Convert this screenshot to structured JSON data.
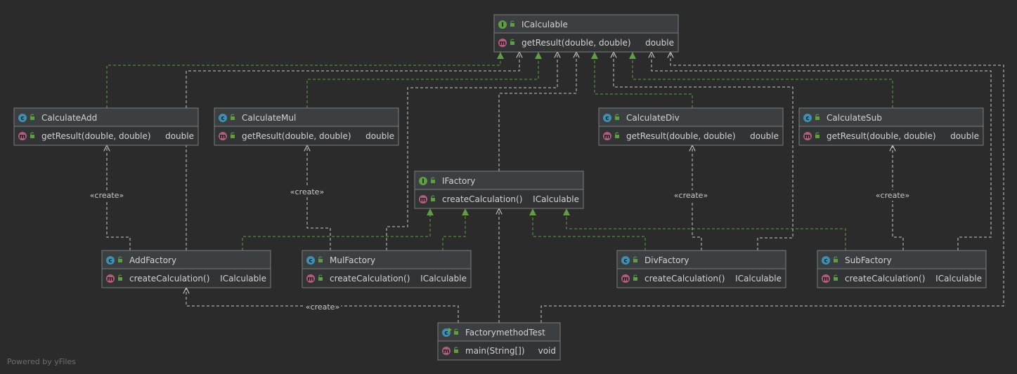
{
  "nodes": {
    "icalculable": {
      "kind": "interface",
      "badge": "I",
      "name": "ICalculable",
      "members": [
        {
          "badge": "m",
          "name": "getResult(double, double)",
          "type": "double"
        }
      ]
    },
    "calculate_add": {
      "kind": "class",
      "badge": "c",
      "name": "CalculateAdd",
      "members": [
        {
          "badge": "m",
          "name": "getResult(double, double)",
          "type": "double"
        }
      ]
    },
    "calculate_mul": {
      "kind": "class",
      "badge": "c",
      "name": "CalculateMul",
      "members": [
        {
          "badge": "m",
          "name": "getResult(double, double)",
          "type": "double"
        }
      ]
    },
    "calculate_div": {
      "kind": "class",
      "badge": "c",
      "name": "CalculateDiv",
      "members": [
        {
          "badge": "m",
          "name": "getResult(double, double)",
          "type": "double"
        }
      ]
    },
    "calculate_sub": {
      "kind": "class",
      "badge": "c",
      "name": "CalculateSub",
      "members": [
        {
          "badge": "m",
          "name": "getResult(double, double)",
          "type": "double"
        }
      ]
    },
    "ifactory": {
      "kind": "interface",
      "badge": "I",
      "name": "IFactory",
      "members": [
        {
          "badge": "m",
          "name": "createCalculation()",
          "type": "ICalculable"
        }
      ]
    },
    "add_factory": {
      "kind": "class",
      "badge": "c",
      "name": "AddFactory",
      "members": [
        {
          "badge": "m",
          "name": "createCalculation()",
          "type": "ICalculable"
        }
      ]
    },
    "mul_factory": {
      "kind": "class",
      "badge": "c",
      "name": "MulFactory",
      "members": [
        {
          "badge": "m",
          "name": "createCalculation()",
          "type": "ICalculable"
        }
      ]
    },
    "div_factory": {
      "kind": "class",
      "badge": "c",
      "name": "DivFactory",
      "members": [
        {
          "badge": "m",
          "name": "createCalculation()",
          "type": "ICalculable"
        }
      ]
    },
    "sub_factory": {
      "kind": "class",
      "badge": "c",
      "name": "SubFactory",
      "members": [
        {
          "badge": "m",
          "name": "createCalculation()",
          "type": "ICalculable"
        }
      ]
    },
    "factory_method_test": {
      "kind": "main-class",
      "badge": "c",
      "name": "FactorymethodTest",
      "members": [
        {
          "badge": "m",
          "name": "main(String[])",
          "type": "void"
        }
      ]
    }
  },
  "edges": [
    {
      "from": "calculate_add",
      "to": "icalculable",
      "type": "realization"
    },
    {
      "from": "calculate_mul",
      "to": "icalculable",
      "type": "realization"
    },
    {
      "from": "calculate_div",
      "to": "icalculable",
      "type": "realization"
    },
    {
      "from": "calculate_sub",
      "to": "icalculable",
      "type": "realization"
    },
    {
      "from": "add_factory",
      "to": "ifactory",
      "type": "realization"
    },
    {
      "from": "mul_factory",
      "to": "ifactory",
      "type": "realization"
    },
    {
      "from": "div_factory",
      "to": "ifactory",
      "type": "realization"
    },
    {
      "from": "sub_factory",
      "to": "ifactory",
      "type": "realization"
    },
    {
      "from": "add_factory",
      "to": "calculate_add",
      "type": "dependency",
      "label": "«create»"
    },
    {
      "from": "mul_factory",
      "to": "calculate_mul",
      "type": "dependency",
      "label": "«create»"
    },
    {
      "from": "div_factory",
      "to": "calculate_div",
      "type": "dependency",
      "label": "«create»"
    },
    {
      "from": "sub_factory",
      "to": "calculate_sub",
      "type": "dependency",
      "label": "«create»"
    },
    {
      "from": "factory_method_test",
      "to": "add_factory",
      "type": "dependency",
      "label": "«create»"
    },
    {
      "from": "factory_method_test",
      "to": "ifactory",
      "type": "dependency"
    },
    {
      "from": "factory_method_test",
      "to": "icalculable",
      "type": "dependency"
    },
    {
      "from": "ifactory",
      "to": "icalculable",
      "type": "dependency"
    },
    {
      "from": "add_factory",
      "to": "icalculable",
      "type": "dependency"
    },
    {
      "from": "mul_factory",
      "to": "icalculable",
      "type": "dependency"
    },
    {
      "from": "div_factory",
      "to": "icalculable",
      "type": "dependency"
    },
    {
      "from": "sub_factory",
      "to": "icalculable",
      "type": "dependency"
    }
  ],
  "colors": {
    "background": "#2b2b2b",
    "node_title_bg": "#3c3f41",
    "node_body_bg": "#313335",
    "node_border": "#7b7b7b",
    "text": "#d2d2d2",
    "realization_line": "#5f9e43",
    "dependency_line": "#c8c8c8",
    "badge_class": "#3d8fb3",
    "badge_interface": "#5f9e43",
    "badge_method": "#b05e7c",
    "badge_public": "#5f9e43",
    "main_marker": "#6aab2f"
  },
  "footer": {
    "text": "Powered by yFiles"
  }
}
